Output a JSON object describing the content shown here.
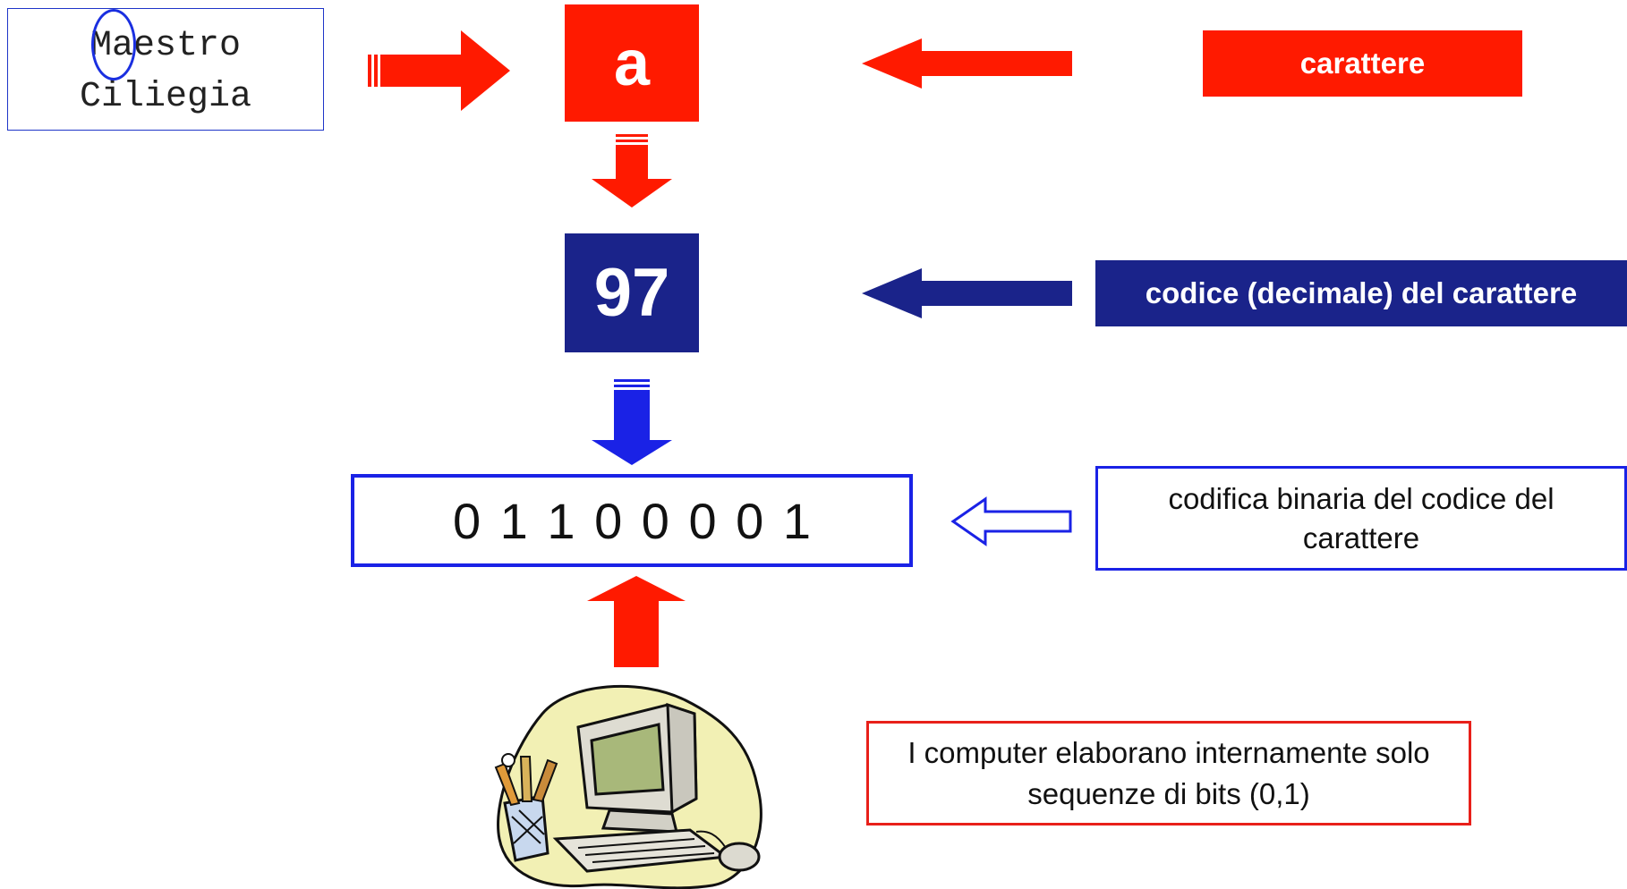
{
  "source_text": {
    "line1": "Maestro",
    "line2": "Ciliegia"
  },
  "character_box": {
    "value": "a"
  },
  "decimal_code_box": {
    "value": "97"
  },
  "binary_box": {
    "value": "0 1 1 0 0 0 0 1"
  },
  "labels": {
    "character": "carattere",
    "decimal_code": "codice (decimale) del carattere",
    "binary_code": "codifica binaria del codice del carattere"
  },
  "note": "I computer elaborano internamente solo sequenze di bits (0,1)",
  "colors": {
    "red": "#ff1a00",
    "dark_blue": "#1a238a",
    "bright_blue": "#1a22e6",
    "outline_blue": "#1e35c8"
  },
  "icons": {
    "computer": "computer-clipart-icon"
  }
}
